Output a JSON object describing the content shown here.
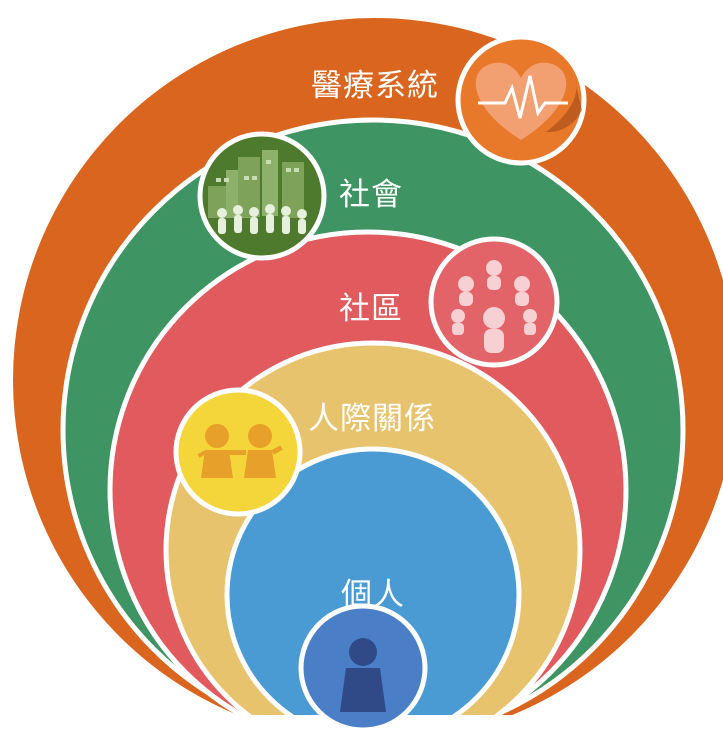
{
  "layers": [
    {
      "id": "healthcare-system",
      "label": "醫療系統",
      "color": "#D9651F",
      "icon": "heart-pulse-icon",
      "icon_color": "#E8782A"
    },
    {
      "id": "society",
      "label": "社會",
      "color": "#3E9462",
      "icon": "city-crowd-icon",
      "icon_color": "#4E7A2E"
    },
    {
      "id": "community",
      "label": "社區",
      "color": "#E05A5E",
      "icon": "people-group-icon",
      "icon_color": "#E26368"
    },
    {
      "id": "interpersonal",
      "label": "人際關係",
      "color": "#E8C36E",
      "icon": "two-people-icon",
      "icon_color": "#F5D63A"
    },
    {
      "id": "individual",
      "label": "個人",
      "color": "#4A9BD4",
      "icon": "person-icon",
      "icon_color": "#4A7FC8"
    }
  ]
}
